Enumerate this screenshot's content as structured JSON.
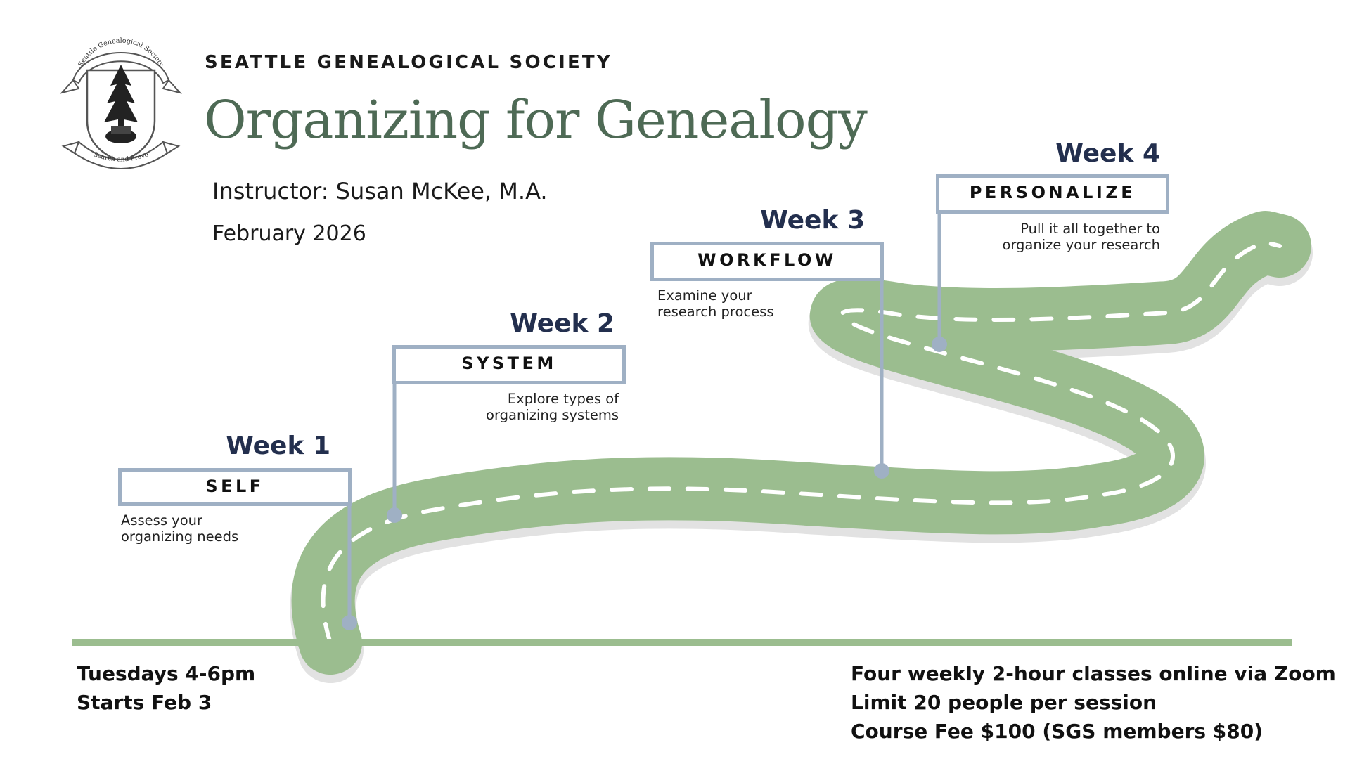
{
  "header": {
    "organization": "SEATTLE GENEALOGICAL SOCIETY",
    "title": "Organizing for Genealogy",
    "instructor": "Instructor: Susan McKee, M.A.",
    "date": "February 2026"
  },
  "logo": {
    "top_banner": "Seattle Genealogical Society",
    "bottom_banner": "Search and Prove"
  },
  "weeks": [
    {
      "label": "Week 1",
      "sign": "SELF",
      "desc_line1": "Assess your",
      "desc_line2": "organizing needs"
    },
    {
      "label": "Week 2",
      "sign": "SYSTEM",
      "desc_line1": "Explore types of",
      "desc_line2": "organizing systems"
    },
    {
      "label": "Week 3",
      "sign": "WORKFLOW",
      "desc_line1": "Examine your",
      "desc_line2": "research process"
    },
    {
      "label": "Week 4",
      "sign": "PERSONALIZE",
      "desc_line1": "Pull it all together to",
      "desc_line2": "organize your research"
    }
  ],
  "footer": {
    "left": [
      "Tuesdays 4-6pm",
      "Starts Feb 3"
    ],
    "right": [
      "Four weekly 2-hour classes online via Zoom",
      "Limit 20 people per session",
      "Course Fee $100 (SGS members $80)"
    ]
  },
  "colors": {
    "road": "#9bbd8f",
    "road_shadow": "#e2e2e2",
    "sign_border": "#9fb0c4",
    "title": "#4e6a55",
    "week_label": "#232f4e"
  }
}
